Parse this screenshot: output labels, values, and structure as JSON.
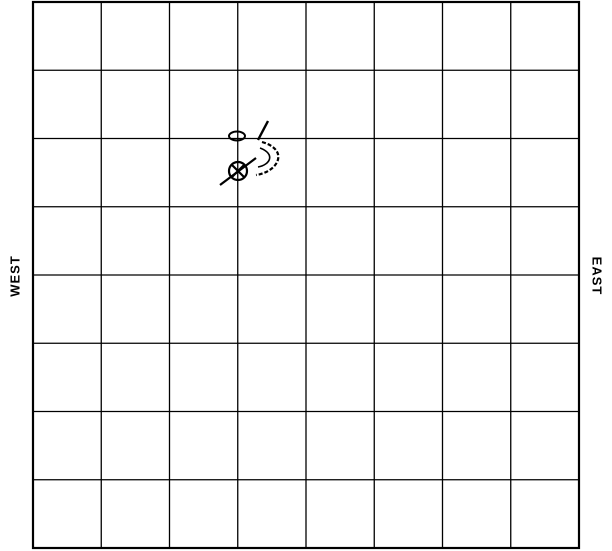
{
  "labels": {
    "west": "WEST",
    "east": "EAST"
  },
  "grid": {
    "columns": 8,
    "rows": 8,
    "line_color": "#000000",
    "background": "#ffffff"
  },
  "symbols": [
    {
      "type": "station-model",
      "column": 4,
      "row": 3
    }
  ]
}
